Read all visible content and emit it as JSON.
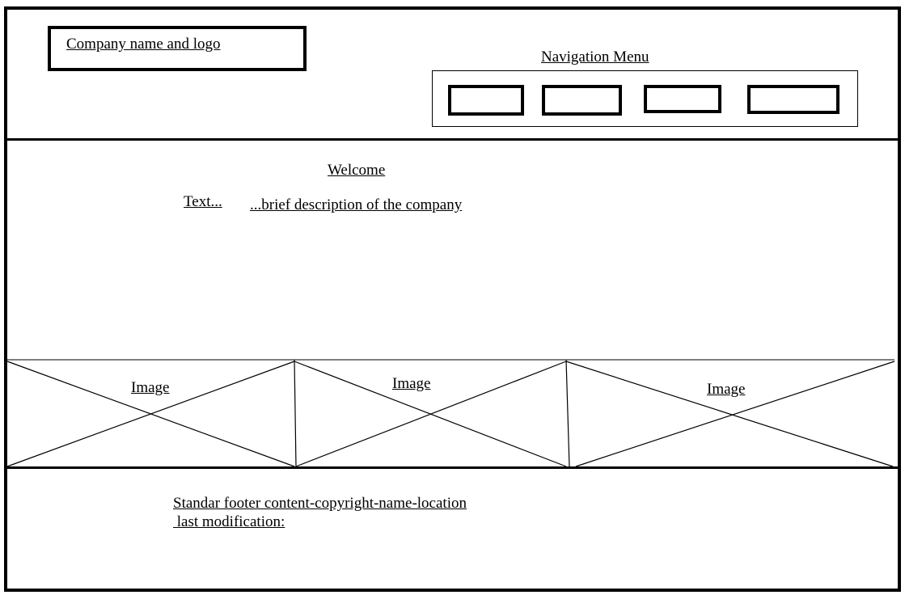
{
  "header": {
    "logo_label": "Company name and logo",
    "nav_title": "Navigation Menu",
    "nav_items": [
      "",
      "",
      "",
      ""
    ]
  },
  "main": {
    "welcome": "Welcome",
    "text_label": "Text...",
    "description": "...brief description of the company"
  },
  "images": [
    {
      "label": "Image"
    },
    {
      "label": "Image"
    },
    {
      "label": "Image"
    }
  ],
  "footer": {
    "line1": "Standar footer content-copyright-name-location",
    "line2": " last modification:"
  }
}
